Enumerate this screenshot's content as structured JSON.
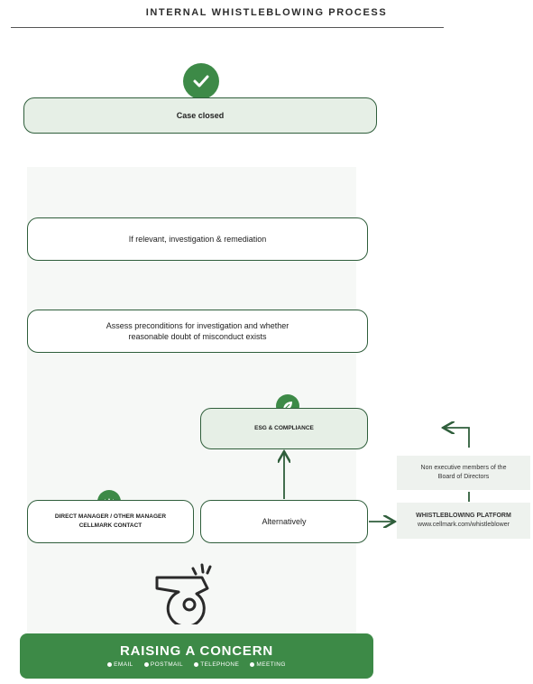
{
  "header": {
    "title": "INTERNAL WHISTLEBLOWING PROCESS"
  },
  "steps": {
    "case_closed": "Case closed",
    "investigation": "If relevant, investigation & remediation",
    "assess_line1": "Assess preconditions for investigation and whether",
    "assess_line2": "reasonable doubt of misconduct exists",
    "esg": "ESG & COMPLIANCE",
    "manager_line1": "DIRECT MANAGER / OTHER MANAGER",
    "manager_line2": "CELLMARK CONTACT",
    "alternatively": "Alternatively"
  },
  "side": {
    "board_line1": "Non executive members of the",
    "board_line2": "Board of Directors",
    "platform_title": "WHISTLEBLOWING PLATFORM",
    "platform_url": "www.cellmark.com/whistleblower"
  },
  "raising": {
    "title": "RAISING A CONCERN",
    "channels": [
      "EMAIL",
      "POSTMAIL",
      "TELEPHONE",
      "MEETING"
    ]
  },
  "icons": [
    "check-icon",
    "leaf-icon",
    "crown-icon",
    "whistle-icon"
  ],
  "colors": {
    "accent": "#3d8a47",
    "border": "#2f5e3b",
    "light_fill": "#e6efe6"
  }
}
